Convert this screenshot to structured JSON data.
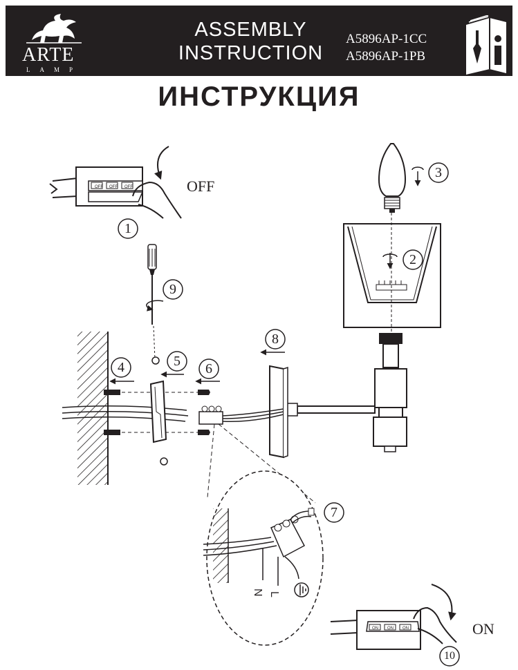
{
  "brand": {
    "name": "ARTE",
    "sub": "LAMP"
  },
  "header": {
    "title_line1": "ASSEMBLY",
    "title_line2": "INSTRUCTION",
    "models": [
      "A5896AP-1CC",
      "A5896AP-1PB"
    ]
  },
  "main_title": "ИНСТРУКЦИЯ",
  "switch_states": {
    "off_label": "OFF",
    "on_label": "ON",
    "key_off": "OFF",
    "key_on": "ON"
  },
  "wire_labels": {
    "neutral": "N",
    "live": "L"
  },
  "steps": [
    "1",
    "2",
    "3",
    "4",
    "5",
    "6",
    "7",
    "8",
    "9",
    "10"
  ],
  "colors": {
    "header_bg": "#231f20",
    "ink": "#231f20",
    "paper": "#ffffff"
  },
  "icons": [
    "griffin-logo-icon",
    "instruction-book-icon",
    "screwdriver-icon",
    "ground-symbol-icon",
    "hand-icon",
    "rotate-arrow-icon"
  ]
}
